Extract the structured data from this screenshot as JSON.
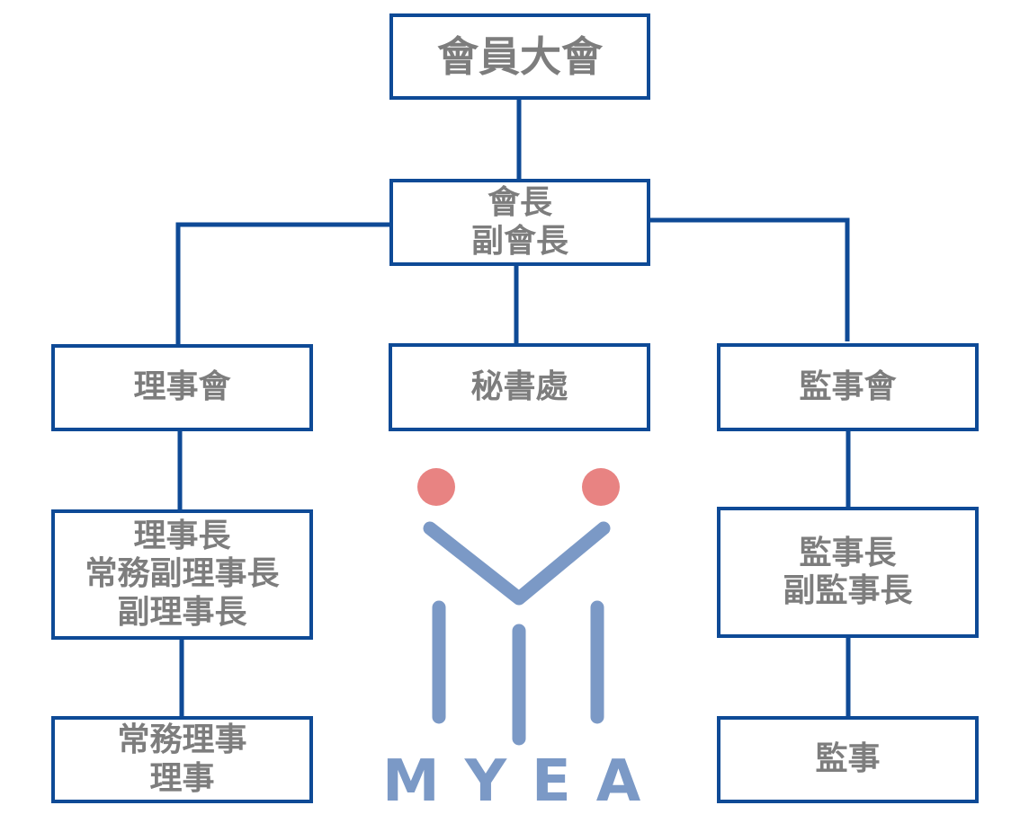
{
  "colors": {
    "line": "#0e4a96",
    "text": "#7d7d7d",
    "logo_blue": "#7b99c6",
    "logo_dot": "#e88382"
  },
  "nodes": {
    "general_assembly": {
      "lines": [
        "會員大會"
      ]
    },
    "president": {
      "lines": [
        "會長",
        "副會長"
      ]
    },
    "board_of_directors": {
      "lines": [
        "理事會"
      ]
    },
    "secretariat": {
      "lines": [
        "秘書處"
      ]
    },
    "board_of_supervisors": {
      "lines": [
        "監事會"
      ]
    },
    "directors_officers": {
      "lines": [
        "理事長",
        "常務副理事長",
        "副理事長"
      ]
    },
    "directors_members": {
      "lines": [
        "常務理事",
        "理事"
      ]
    },
    "supervisors_officers": {
      "lines": [
        "監事長",
        "副監事長"
      ]
    },
    "supervisors_members": {
      "lines": [
        "監事"
      ]
    }
  },
  "logo": {
    "text": "MYEA",
    "icon": "myea-figure-logo"
  }
}
